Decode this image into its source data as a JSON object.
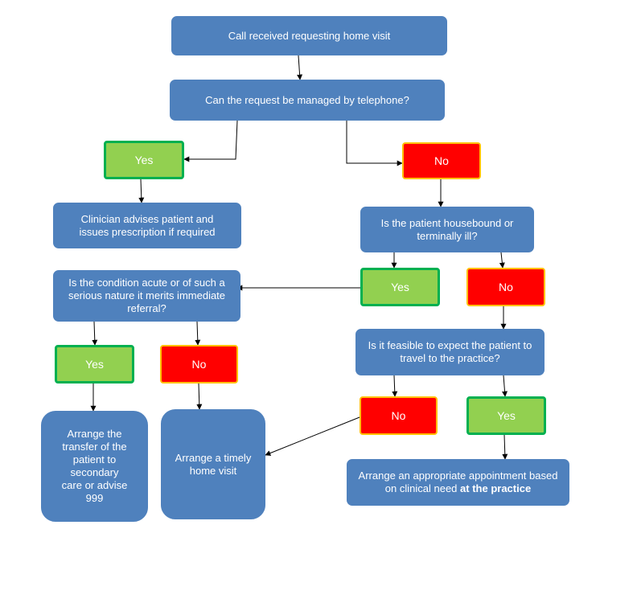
{
  "nodes": {
    "call_received": "Call received requesting home visit",
    "telephone_q": "Can the request be managed by telephone?",
    "yes_phone": "Yes",
    "no_phone": "No",
    "clinician_advises": "Clinician advises patient and issues prescription if required",
    "housebound_q": "Is the patient housebound or terminally ill?",
    "yes_housebound": "Yes",
    "no_housebound": "No",
    "acute_q": "Is the condition acute or of such a serious nature it merits immediate referral?",
    "yes_acute": "Yes",
    "no_acute": "No",
    "travel_q": "Is it feasible to expect the patient to travel to the practice?",
    "no_travel": "No",
    "yes_travel": "Yes",
    "arrange_transfer": "Arrange the transfer of the patient to secondary care or advise 999",
    "arrange_visit": "Arrange a timely home visit",
    "arrange_appointment_prefix": "Arrange an appropriate appointment based on clinical need",
    "arrange_appointment_bold": "at the practice"
  },
  "colors": {
    "process_fill": "#4f81bd",
    "yes_fill": "#92d050",
    "yes_border": "#00b050",
    "no_fill": "#ff0000",
    "no_border": "#ffc000",
    "connector": "#000000"
  }
}
